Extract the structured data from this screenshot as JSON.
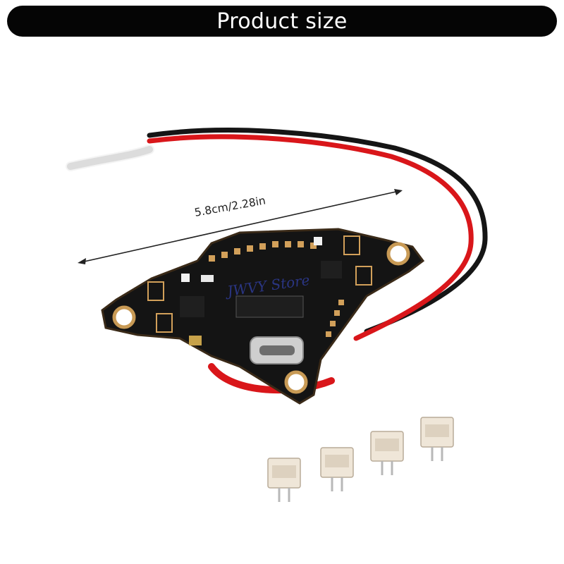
{
  "header": {
    "title": "Product size"
  },
  "dimension": {
    "label": "5.8cm/2.28in"
  },
  "watermark": {
    "text": "JWVY Store"
  },
  "colors": {
    "banner_bg": "#050505",
    "banner_text": "#ffffff",
    "board": "#141414",
    "pad_copper": "#d2a05a",
    "wire_red": "#d9161a",
    "wire_black": "#151515",
    "connector": "#efe6d8"
  }
}
